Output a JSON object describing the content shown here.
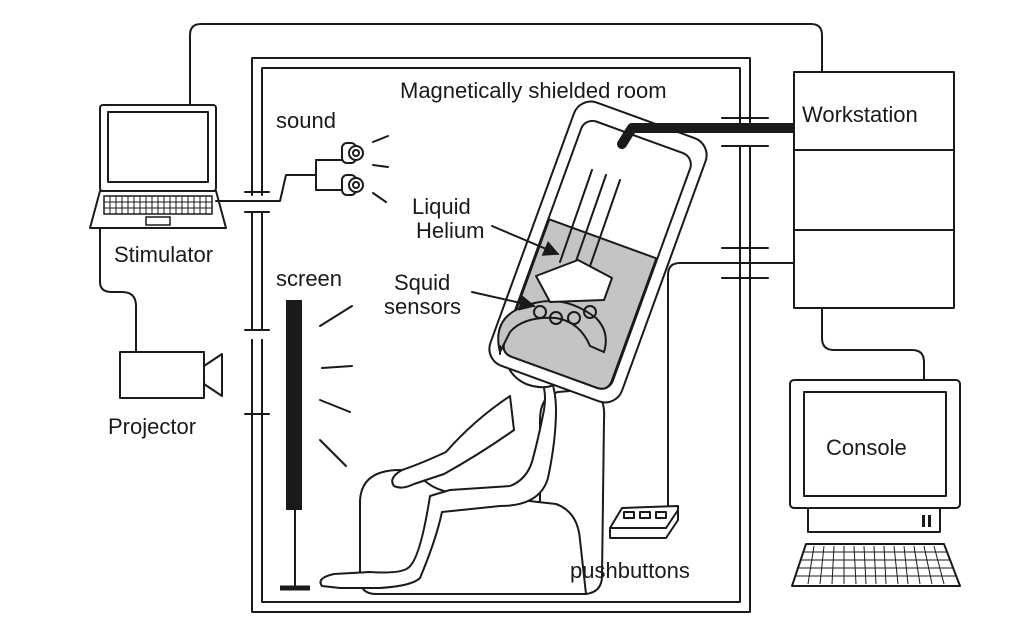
{
  "labels": {
    "room": "Magnetically shielded room",
    "sound": "sound",
    "stimulator": "Stimulator",
    "screen": "screen",
    "projector": "Projector",
    "liquid_helium_line1": "Liquid",
    "liquid_helium_line2": "Helium",
    "squid_line1": "Squid",
    "squid_line2": "sensors",
    "workstation": "Workstation",
    "console": "Console",
    "pushbuttons": "pushbuttons"
  },
  "colors": {
    "line": "#1a1a1a",
    "helium": "#c4c4c4",
    "background": "#ffffff"
  }
}
